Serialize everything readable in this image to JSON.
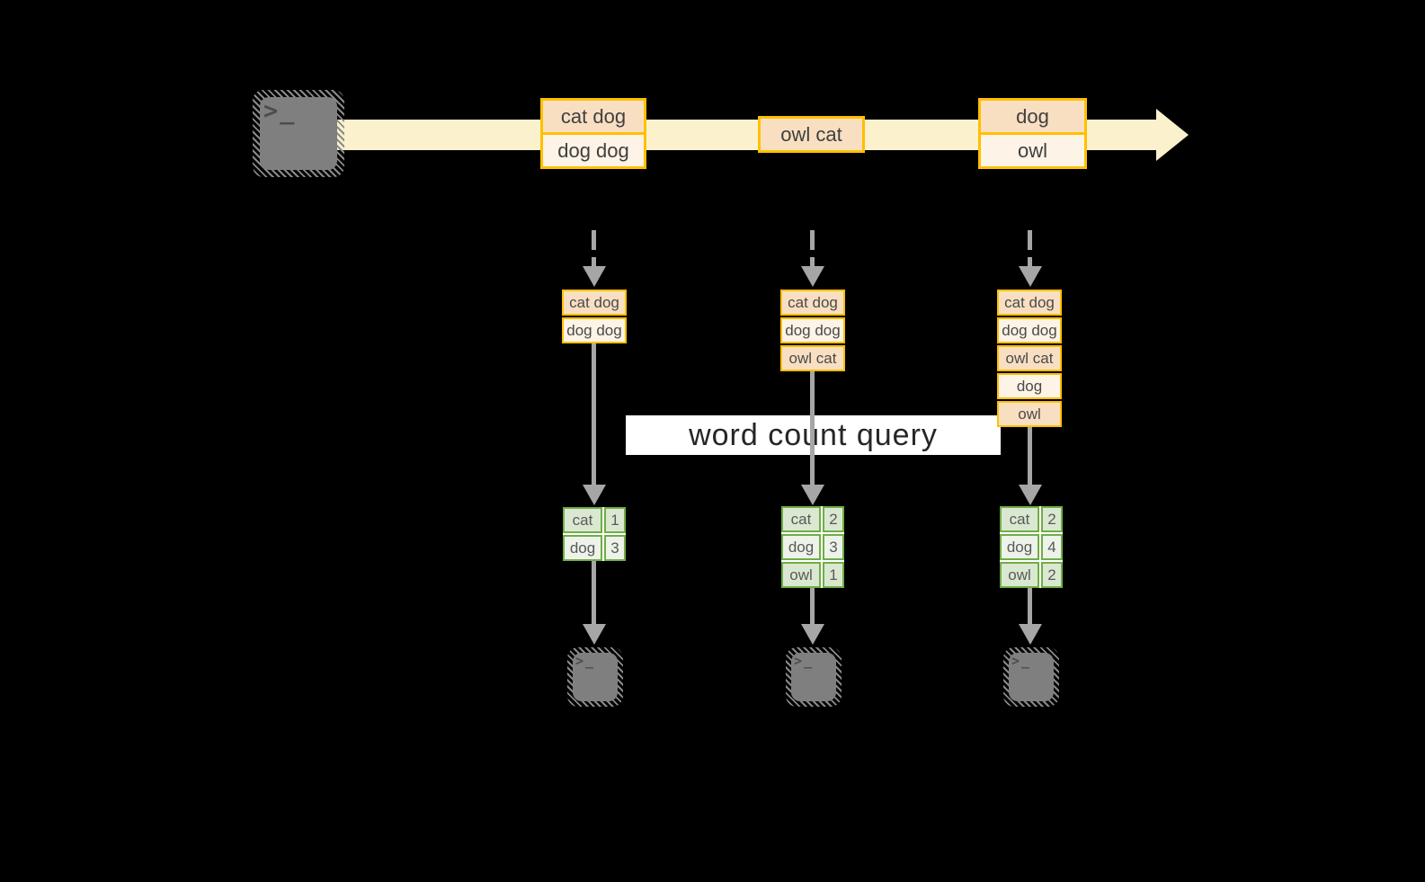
{
  "query": {
    "label": "word count query"
  },
  "terminal_glyph": ">_",
  "stream": {
    "boxes": [
      {
        "rows": [
          "cat dog",
          "dog dog"
        ]
      },
      {
        "rows": [
          "owl cat"
        ]
      },
      {
        "rows": [
          "dog",
          "owl"
        ]
      }
    ]
  },
  "columns": [
    {
      "buffer": [
        "cat dog",
        "dog dog"
      ],
      "counts": [
        {
          "word": "cat",
          "count": "1"
        },
        {
          "word": "dog",
          "count": "3"
        }
      ]
    },
    {
      "buffer": [
        "cat dog",
        "dog dog",
        "owl cat"
      ],
      "counts": [
        {
          "word": "cat",
          "count": "2"
        },
        {
          "word": "dog",
          "count": "3"
        },
        {
          "word": "owl",
          "count": "1"
        }
      ]
    },
    {
      "buffer": [
        "cat dog",
        "dog dog",
        "owl cat",
        "dog",
        "owl"
      ],
      "counts": [
        {
          "word": "cat",
          "count": "2"
        },
        {
          "word": "dog",
          "count": "4"
        },
        {
          "word": "owl",
          "count": "2"
        }
      ]
    }
  ],
  "colors": {
    "gold_border": "#FFC000",
    "peach_fill": "#F9DFC2",
    "cream_fill": "#FDF3E6",
    "stream_band": "#FBF1CD",
    "green_border": "#70AD47",
    "green_cell_dark": "#DBE8D1",
    "green_cell_light": "#EDF3E9",
    "arrow_gray": "#A6A6A6",
    "terminal_gray": "#7F7F7F",
    "background": "#000000"
  }
}
